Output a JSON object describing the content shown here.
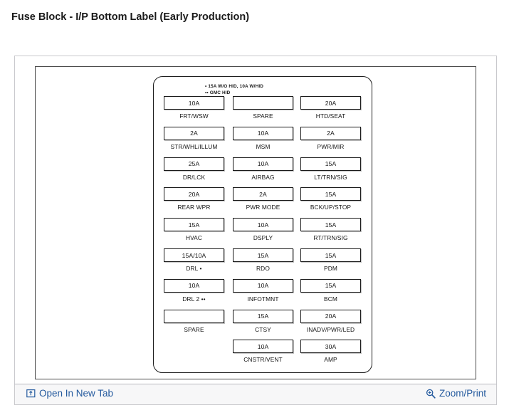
{
  "page_title": "Fuse Block - I/P Bottom Label (Early Production)",
  "diagram": {
    "legend": [
      "• 15A W/O HID, 10A W/HID",
      "•• GMC HID"
    ],
    "columns": [
      {
        "name": "column-1",
        "fuses": [
          {
            "rating": "10A",
            "label": "FRT/WSW"
          },
          {
            "rating": "2A",
            "label": "STR/WHL/ILLUM"
          },
          {
            "rating": "25A",
            "label": "DR/LCK"
          },
          {
            "rating": "20A",
            "label": "REAR WPR"
          },
          {
            "rating": "15A",
            "label": "HVAC"
          },
          {
            "rating": "15A/10A",
            "label": "DRL •"
          },
          {
            "rating": "10A",
            "label": "DRL 2 ••"
          },
          {
            "rating": "",
            "label": "SPARE"
          }
        ]
      },
      {
        "name": "column-2",
        "fuses": [
          {
            "rating": "",
            "label": "SPARE"
          },
          {
            "rating": "10A",
            "label": "MSM"
          },
          {
            "rating": "10A",
            "label": "AIRBAG"
          },
          {
            "rating": "2A",
            "label": "PWR MODE"
          },
          {
            "rating": "10A",
            "label": "DSPLY"
          },
          {
            "rating": "15A",
            "label": "RDO"
          },
          {
            "rating": "10A",
            "label": "INFOTMNT"
          },
          {
            "rating": "15A",
            "label": "CTSY"
          },
          {
            "rating": "10A",
            "label": "CNSTR/VENT"
          }
        ]
      },
      {
        "name": "column-3",
        "fuses": [
          {
            "rating": "20A",
            "label": "HTD/SEAT"
          },
          {
            "rating": "2A",
            "label": "PWR/MIR"
          },
          {
            "rating": "15A",
            "label": "LT/TRN/SIG"
          },
          {
            "rating": "15A",
            "label": "BCK/UP/STOP"
          },
          {
            "rating": "15A",
            "label": "RT/TRN/SIG"
          },
          {
            "rating": "15A",
            "label": "PDM"
          },
          {
            "rating": "15A",
            "label": "BCM"
          },
          {
            "rating": "20A",
            "label": "INADV/PWR/LED"
          },
          {
            "rating": "30A",
            "label": "AMP"
          }
        ]
      }
    ]
  },
  "actions": {
    "open_in_new_tab": "Open In New Tab",
    "zoom_print": "Zoom/Print"
  },
  "colors": {
    "link": "#245a9e",
    "panel_border": "#c9c9cd",
    "frame_border": "#4a4a4a",
    "diagram_line": "#1d1d1d",
    "action_bar_bg": "#f7f7f8"
  }
}
